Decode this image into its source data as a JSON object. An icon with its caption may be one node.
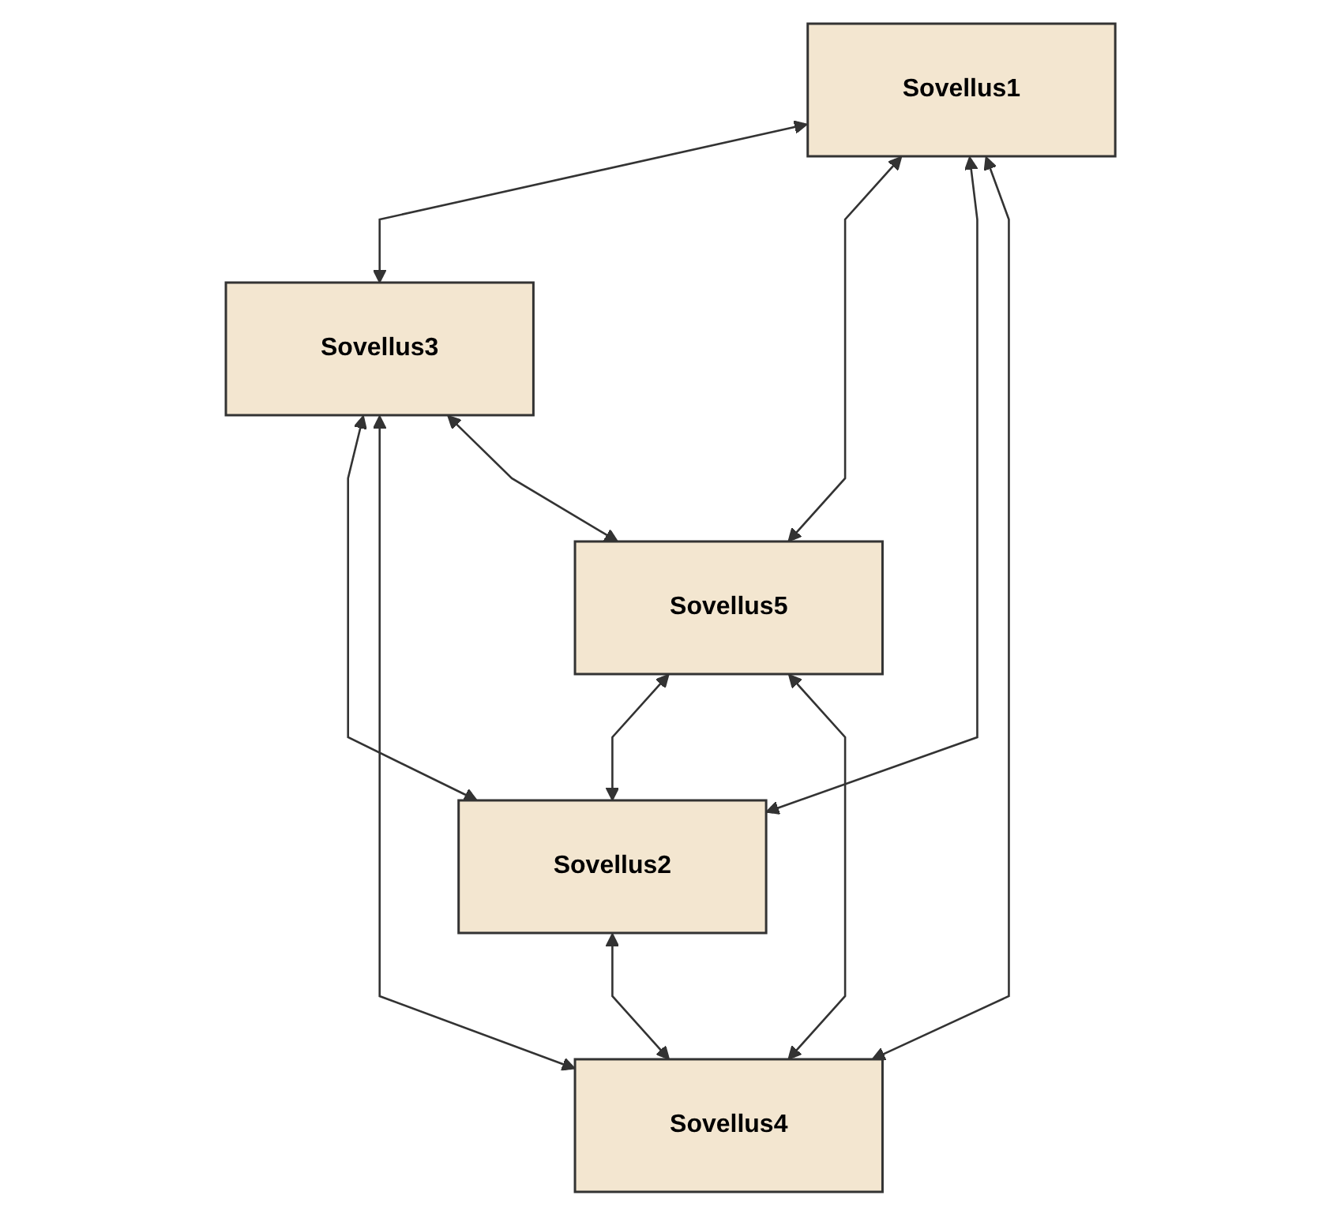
{
  "diagram": {
    "nodes": [
      {
        "text": [
          "Sovellus3"
        ]
      },
      {
        "text": [
          "Sovellus1"
        ]
      },
      {
        "text": [
          "Sovellus5"
        ]
      },
      {
        "text": [
          "Sovellus2"
        ]
      },
      {
        "text": [
          "Sovellus4"
        ]
      }
    ],
    "edges": [
      {
        "from": 1,
        "to": 0,
        "arrow": "both"
      },
      {
        "from": 1,
        "to": 2,
        "arrow": "both"
      },
      {
        "from": 1,
        "to": 3,
        "arrow": "both"
      },
      {
        "from": 1,
        "to": 4,
        "arrow": "both"
      },
      {
        "from": 0,
        "to": 3,
        "arrow": "both"
      },
      {
        "from": 0,
        "to": 4,
        "arrow": "both"
      },
      {
        "from": 0,
        "to": 2,
        "arrow": "both"
      },
      {
        "from": 2,
        "to": 3,
        "arrow": "both"
      },
      {
        "from": 2,
        "to": 4,
        "arrow": "both"
      },
      {
        "from": 3,
        "to": 4,
        "arrow": "both"
      }
    ]
  }
}
